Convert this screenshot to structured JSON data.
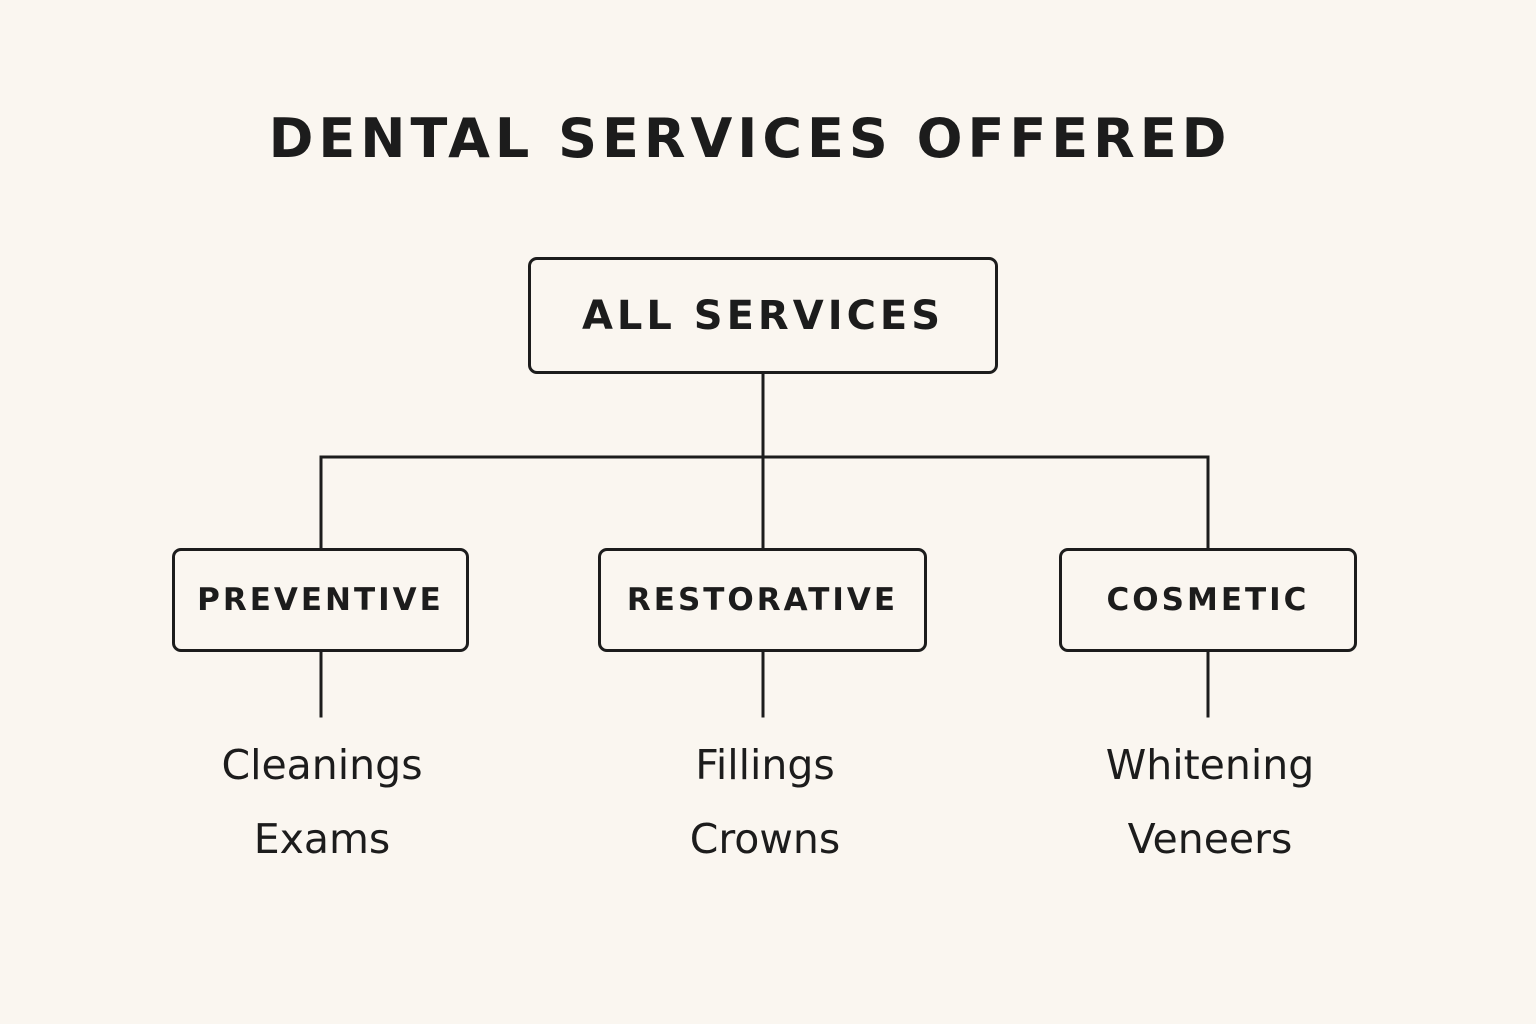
{
  "title": "DENTAL SERVICES OFFERED",
  "root": {
    "label": "ALL SERVICES"
  },
  "categories": [
    {
      "label": "PREVENTIVE",
      "items": [
        "Cleanings",
        "Exams"
      ]
    },
    {
      "label": "RESTORATIVE",
      "items": [
        "Fillings",
        "Crowns"
      ]
    },
    {
      "label": "COSMETIC",
      "items": [
        "Whitening",
        "Veneers"
      ]
    }
  ],
  "colors": {
    "background": "#faf6f0",
    "ink": "#1c1c1c"
  }
}
